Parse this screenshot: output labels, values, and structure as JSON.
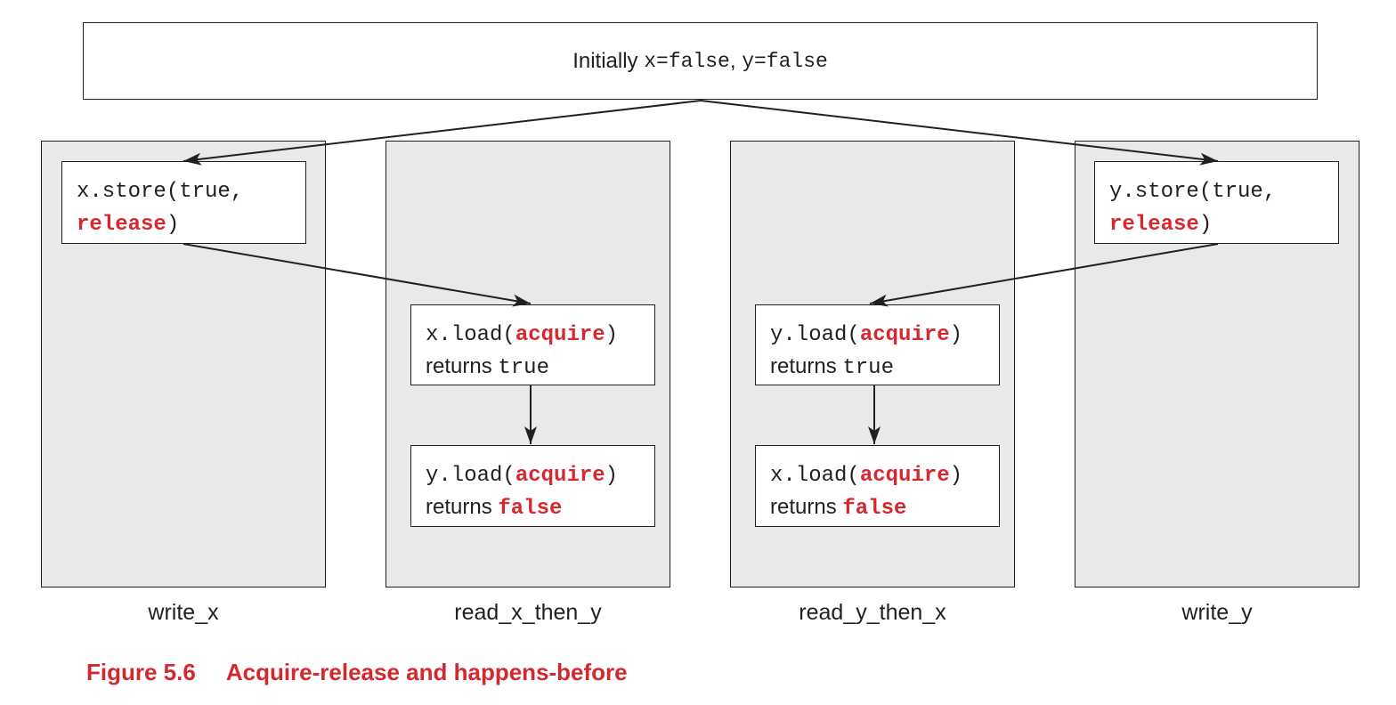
{
  "initial": {
    "label": "Initially",
    "x_state": "x=false",
    "separator": ",",
    "y_state": "y=false"
  },
  "threads": [
    {
      "label": "write_x",
      "ops": [
        {
          "line1_code": "x.store(true,",
          "line2_kw": "release",
          "line2_code": ")"
        }
      ]
    },
    {
      "label": "read_x_then_y",
      "ops": [
        {
          "code_prefix": "x.load(",
          "kw": "acquire",
          "code_suffix": ")",
          "returns_label": "returns",
          "returns_value": "true"
        },
        {
          "code_prefix": "y.load(",
          "kw": "acquire",
          "code_suffix": ")",
          "returns_label": "returns",
          "returns_value": "false"
        }
      ]
    },
    {
      "label": "read_y_then_x",
      "ops": [
        {
          "code_prefix": "y.load(",
          "kw": "acquire",
          "code_suffix": ")",
          "returns_label": "returns",
          "returns_value": "true"
        },
        {
          "code_prefix": "x.load(",
          "kw": "acquire",
          "code_suffix": ")",
          "returns_label": "returns",
          "returns_value": "false"
        }
      ]
    },
    {
      "label": "write_y",
      "ops": [
        {
          "line1_code": "y.store(true,",
          "line2_kw": "release",
          "line2_code": ")"
        }
      ]
    }
  ],
  "caption": {
    "number": "Figure 5.6",
    "title": "Acquire-release and happens-before"
  },
  "colors": {
    "keyword": "#d7282f",
    "thread_fill": "#e8e9eb",
    "caption": "#d4282f"
  }
}
